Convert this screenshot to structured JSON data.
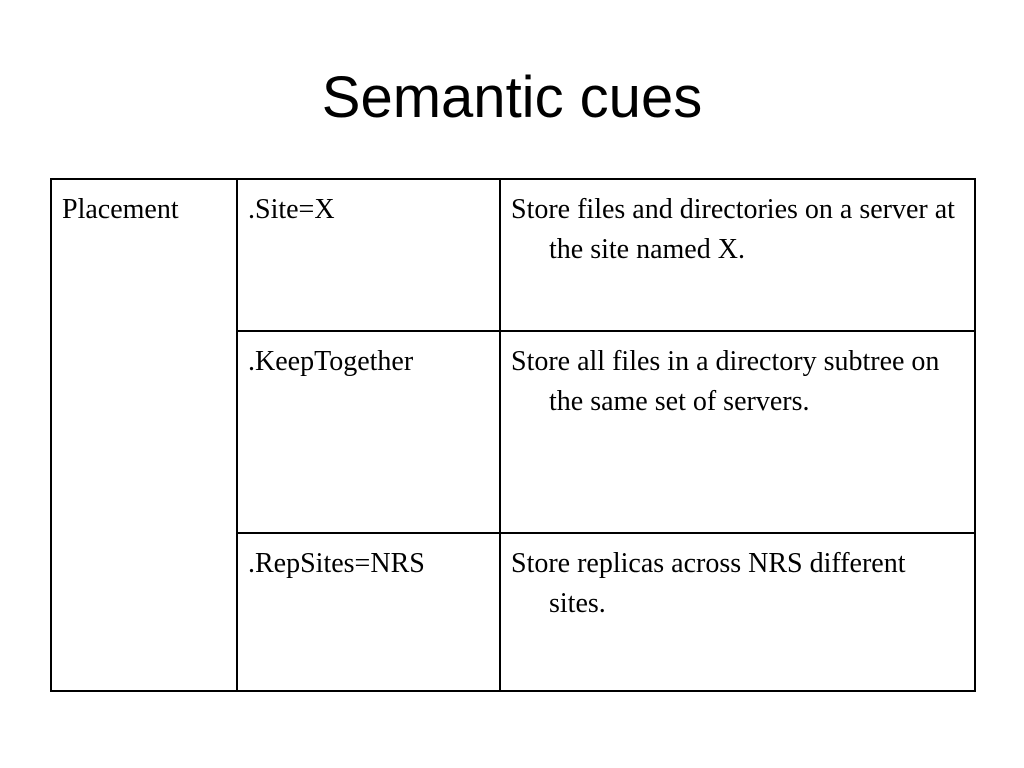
{
  "slide": {
    "title": "Semantic cues"
  },
  "table": {
    "category": "Placement",
    "rows": [
      {
        "cue": ".Site=X",
        "description": "Store files and directories on a server at the site named X."
      },
      {
        "cue": ".KeepTogether",
        "description": "Store all files in a directory subtree on the same set of servers."
      },
      {
        "cue": ".RepSites=NRS",
        "description": "Store replicas across NRS different sites."
      }
    ]
  }
}
